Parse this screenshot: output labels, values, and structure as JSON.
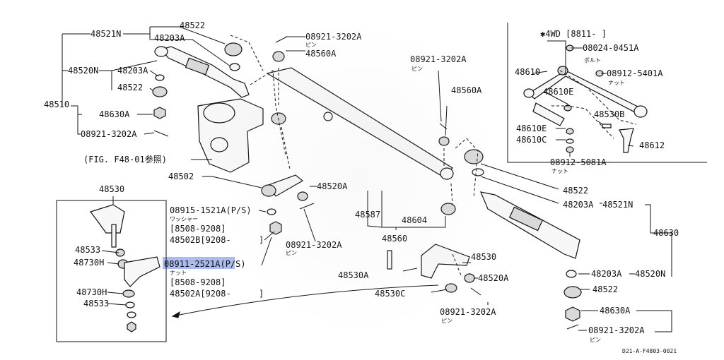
{
  "labels": {
    "l48522_top": "48522",
    "l48521N_top": "48521N",
    "l48203A_top": "48203A",
    "l48520N_left": "48520N",
    "l48203A_left": "48203A",
    "l48522_left": "48522",
    "l48510": "48510",
    "l48630A_left": "48630A",
    "l08921_left": "08921-3202A",
    "fig_ref": "(FIG. F48-01参照)",
    "l48502": "48502",
    "l08921_top": "08921-3202A",
    "pin_top": "ピン",
    "l48560A_top": "48560A",
    "l08921_mid": "08921-3202A",
    "pin_mid": "ピン",
    "l48560A_mid": "48560A",
    "l48520A_mid": "48520A",
    "l08915": "08915-1521A(P/S)",
    "washer": "ワッシャー",
    "l8508_9208_a": "[8508-9208]",
    "l48502B": "48502B[9208-",
    "bracket_close_a": "]",
    "l08921_lower": "08921-3202A",
    "pin_lower": "ピン",
    "l48587": "48587",
    "l48604": "48604",
    "l48560": "48560",
    "l08911": "08911-2521A(P/S)",
    "nut_a": "ナット",
    "l8508_9208_b": "[8508-9208]",
    "l48502A": "48502A[9208-",
    "bracket_close_b": "]",
    "l48530_right": "48530",
    "l48530A": "48530A",
    "l48520A_right": "48520A",
    "l48530C": "48530C",
    "l08921_bottom": "08921-3202A",
    "pin_bottom": "ピン",
    "l48530_inset": "48530",
    "l48533_a": "48533",
    "l48730H_a": "48730H",
    "l48730H_b": "48730H",
    "l48533_b": "48533",
    "l48522_right": "48522",
    "l48203A_right": "48203A",
    "l48521N_right": "48521N",
    "l48630": "48630",
    "l48203A_r2": "48203A",
    "l48520N_right": "48520N",
    "l48522_r2": "48522",
    "l48630A_right": "48630A",
    "l08921_right": "08921-3202A",
    "pin_right": "ピン",
    "fourwd": "✱4WD [8811-   ]",
    "l08024": "08024-0451A",
    "bolt": "ボルト",
    "l48610": "48610",
    "l08912": "08912-5401A",
    "nut_b": "ナット",
    "l48610E_a": "48610E",
    "l48530B": "48530B",
    "l48610E_b": "48610E",
    "l48610C": "48610C",
    "l48612": "48612",
    "l08912_5081": "08912-5081A",
    "nut_c": "ナット",
    "code": "D21-A-F4803-0021"
  }
}
